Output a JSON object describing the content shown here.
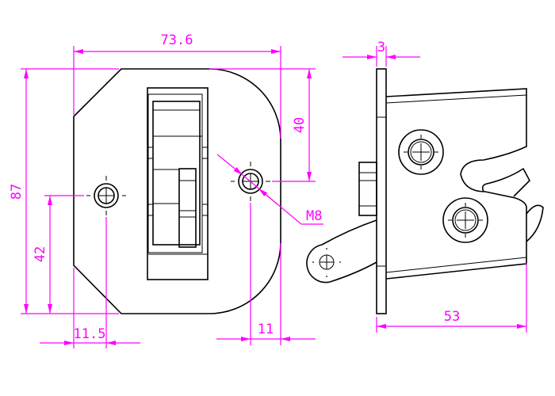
{
  "dimensions": {
    "width": "73.6",
    "height": "87",
    "hole_left_height": "42",
    "hole_right_top": "40",
    "hole_left_edge": "11.5",
    "hole_right_edge": "11",
    "thread": "M8",
    "plate_thickness": "3",
    "depth": "53"
  },
  "colors": {
    "dimension": "#ff00ff",
    "outline": "#000000"
  }
}
